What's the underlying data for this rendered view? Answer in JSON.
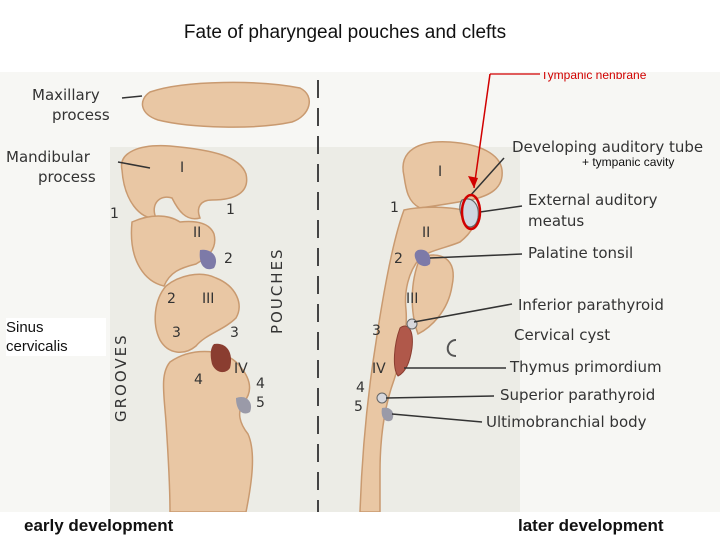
{
  "title": "Fate of pharyngeal pouches and clefts",
  "annotations": {
    "tympanic_membrane": "Tympanic nenbrane",
    "tympanic_cavity": "+ tympanic cavity",
    "sinus_cervicalis": "Sinus\ncervicalis",
    "early": "early development",
    "later": "later development"
  },
  "figure": {
    "left_labels": {
      "maxillary": "Maxillary",
      "maxillary_2": "process",
      "mandibular": "Mandibular",
      "mandibular_2": "process"
    },
    "axis_labels": {
      "grooves": "GROOVES",
      "pouches": "POUCHES"
    },
    "right_labels": {
      "auditory_tube": "Developing auditory tube",
      "ext_meatus": "External auditory",
      "ext_meatus_2": "meatus",
      "palatine": "Palatine tonsil",
      "inf_parathyroid": "Inferior parathyroid",
      "cervical_cyst": "Cervical cyst",
      "thymus": "Thymus primordium",
      "sup_parathyroid": "Superior parathyroid",
      "ultimobranchial": "Ultimobranchial body"
    },
    "left_arches": {
      "a1": "I",
      "a2": "II",
      "a3": "III",
      "a4": "IV"
    },
    "left_numbers": {
      "g1": "1",
      "p1": "1",
      "p2": "2",
      "g2": "2",
      "g3": "3",
      "p3": "3",
      "g4": "4",
      "p4": "4",
      "p5": "5"
    },
    "right_arches": {
      "a1": "I",
      "a2": "II",
      "a3": "III",
      "a4": "IV"
    },
    "right_numbers": {
      "n1": "1",
      "n2": "2",
      "n3": "3",
      "n4": "4",
      "n5": "5"
    }
  },
  "colors": {
    "tissue": "#e9c7a4",
    "tissue_edge": "#c99a70",
    "annotation": "#d10000",
    "tonsil": "#7d7aa8",
    "thymus": "#b0584a"
  }
}
